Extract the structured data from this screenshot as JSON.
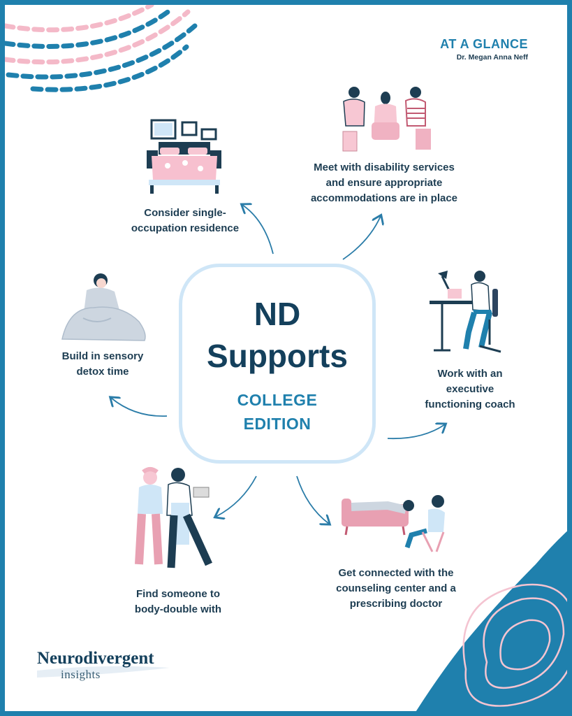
{
  "header": {
    "title": "AT A GLANCE",
    "author": "Dr. Megan Anna Neff"
  },
  "center": {
    "title_line1": "ND",
    "title_line2": "Supports",
    "subtitle_line1": "COLLEGE",
    "subtitle_line2": "EDITION"
  },
  "supports": {
    "residence": {
      "line1": "Consider single-",
      "line2": "occupation residence",
      "icon": "bed-illustration"
    },
    "disability": {
      "line1": "Meet with disability services",
      "line2": "and ensure appropriate",
      "line3": "accommodations are in place",
      "icon": "meeting-illustration"
    },
    "sensory": {
      "line1": "Build in sensory",
      "line2": "detox time",
      "icon": "blanket-person-illustration"
    },
    "coach": {
      "line1": "Work with an",
      "line2": "executive",
      "line3": "functioning coach",
      "icon": "desk-worker-illustration"
    },
    "body_double": {
      "line1": "Find someone to",
      "line2": "body-double with",
      "icon": "two-people-illustration"
    },
    "counseling": {
      "line1": "Get connected with the",
      "line2": "counseling center and a",
      "line3": "prescribing doctor",
      "icon": "therapy-couch-illustration"
    }
  },
  "brand": {
    "name": "Neurodivergent",
    "tagline": "insights"
  },
  "colors": {
    "frame": "#1f80ad",
    "navy": "#1d3d52",
    "pink": "#f0c3cf",
    "light_blue": "#cfe6f7",
    "accent_blue": "#1f80ad"
  }
}
